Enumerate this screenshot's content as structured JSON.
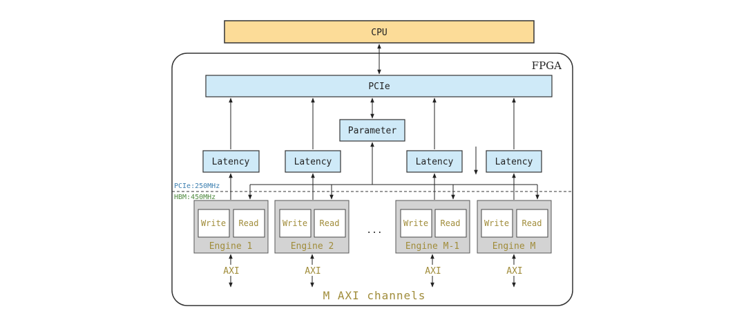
{
  "diagram": {
    "cpu_label": "CPU",
    "fpga_label": "FPGA",
    "pcie_label": "PCIe",
    "parameter_label": "Parameter",
    "latency_label": "Latency",
    "clock_pcie": "PCIe:250MHz",
    "clock_hbm": "HBM:450MHz",
    "ellipsis": "...",
    "channels_label": "M AXI channels",
    "write_label": "Write",
    "read_label": "Read",
    "axi_label": "AXI",
    "engines": [
      {
        "name": "Engine 1"
      },
      {
        "name": "Engine 2"
      },
      {
        "name": "Engine M-1"
      },
      {
        "name": "Engine M"
      }
    ],
    "colors": {
      "cpu_fill": "#fcdc98",
      "block_fill": "#cfeaf8",
      "engine_fill": "#d3d3d3",
      "engine_text": "#a08c3a",
      "pcie_clock_text": "#3c7fb0",
      "hbm_clock_text": "#4f8a3f"
    }
  }
}
